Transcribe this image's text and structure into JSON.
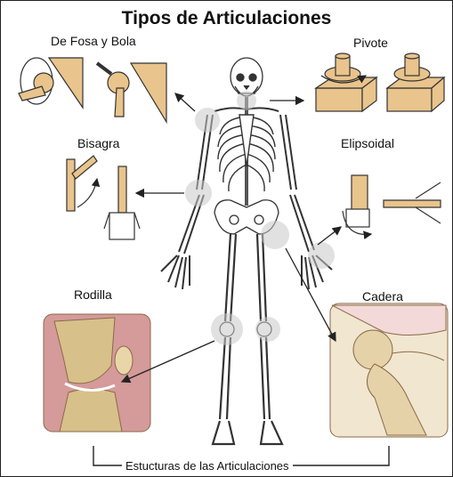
{
  "title": "Tipos de Articulaciones",
  "labels": {
    "ball_socket": "De Fosa y Bola",
    "pivot": "Pivote",
    "hinge": "Bisagra",
    "ellipsoidal": "Elipsoidal",
    "knee": "Rodilla",
    "hip": "Cadera"
  },
  "footer": "Estucturas de las Articulaciones",
  "colors": {
    "bone": "#e9c48c",
    "joint_highlight": "#c8c8c8",
    "knee_tissue": "#d59a9a",
    "hip_bone": "#e6d2a8"
  }
}
